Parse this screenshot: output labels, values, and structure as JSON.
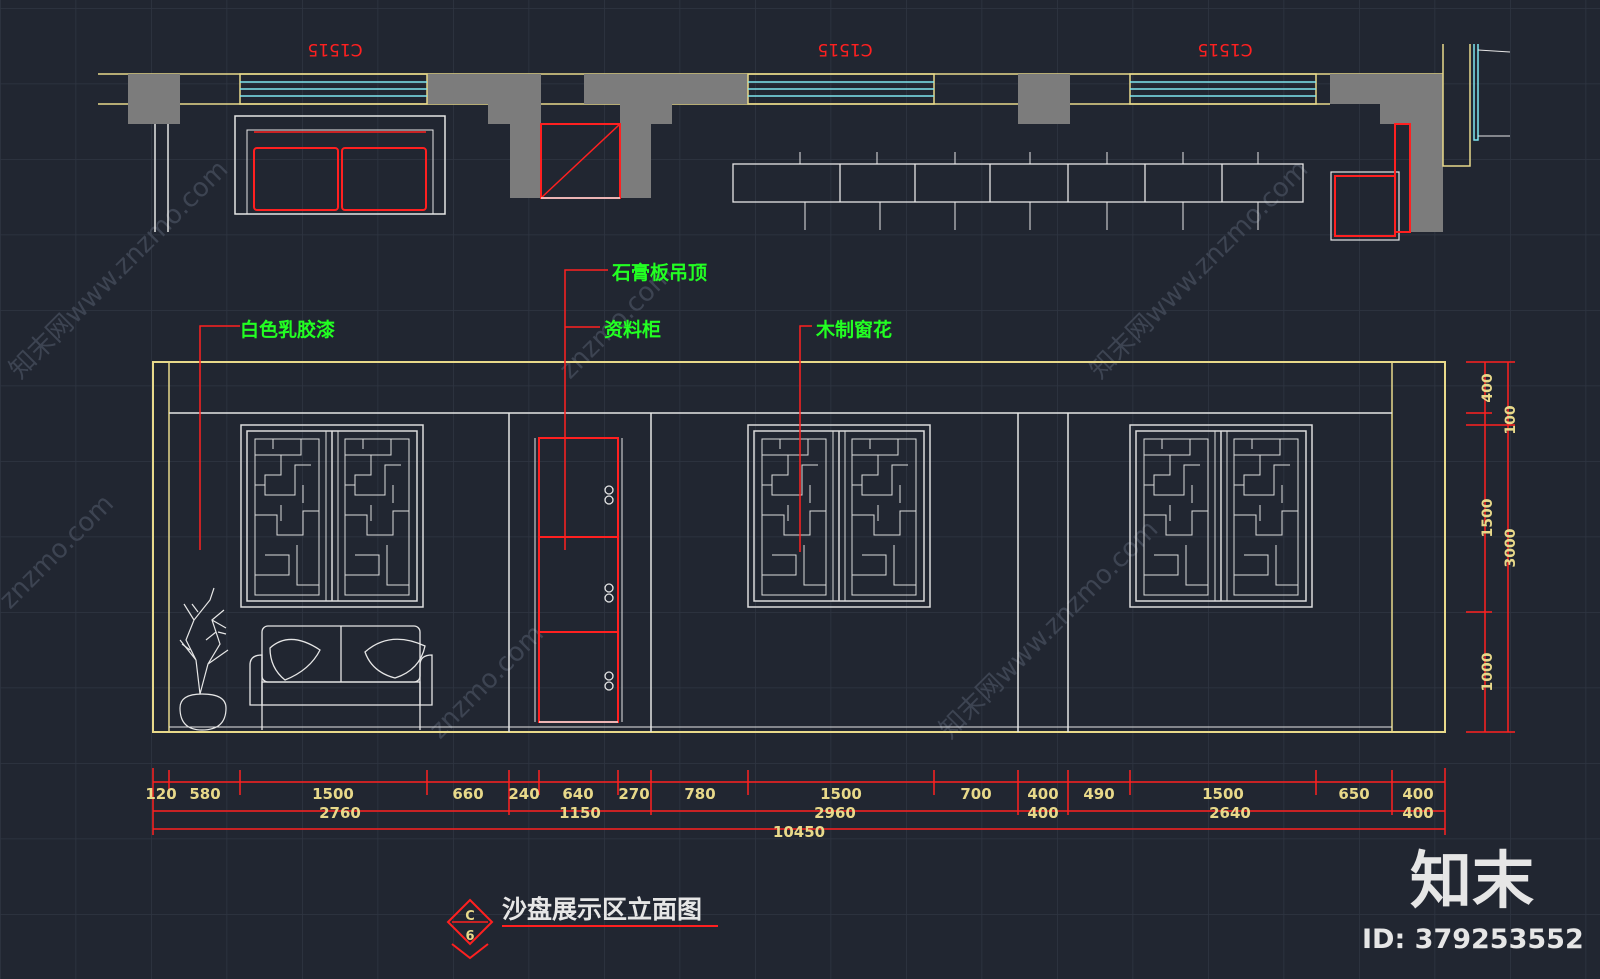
{
  "plan": {
    "window_tags": [
      "C1515",
      "C1515",
      "C1515"
    ]
  },
  "callouts": {
    "gypsum_ceiling": "石膏板吊顶",
    "white_latex_paint": "白色乳胶漆",
    "filing_cabinet": "资料柜",
    "wood_window_lattice": "木制窗花"
  },
  "dims_bottom_row1": [
    "120",
    "580",
    "1500",
    "660",
    "240",
    "640",
    "270",
    "780",
    "1500",
    "700",
    "400",
    "490",
    "1500",
    "650",
    "400"
  ],
  "dims_bottom_row2": [
    "2760",
    "1150",
    "2960",
    "400",
    "2640",
    "400"
  ],
  "dims_total": "10450",
  "dims_right_row1": [
    "400",
    "1500",
    "1000"
  ],
  "dims_right_row2": [
    "100",
    "3000"
  ],
  "title": {
    "text": "沙盘展示区立面图",
    "symbol_top": "C",
    "symbol_bottom": "6"
  },
  "watermark": {
    "text": "znzmo.com",
    "text2": "知末网www.znzmo.com",
    "logo": "知末",
    "id": "ID: 379253552"
  },
  "colors": {
    "bg": "#212631",
    "grid": "#2f3542",
    "white": "#e6e6e6",
    "yellow": "#e8d98a",
    "red": "#ff2020",
    "green": "#22ff22",
    "cyan": "#7fe6f0",
    "gray": "#7c7c7c"
  }
}
